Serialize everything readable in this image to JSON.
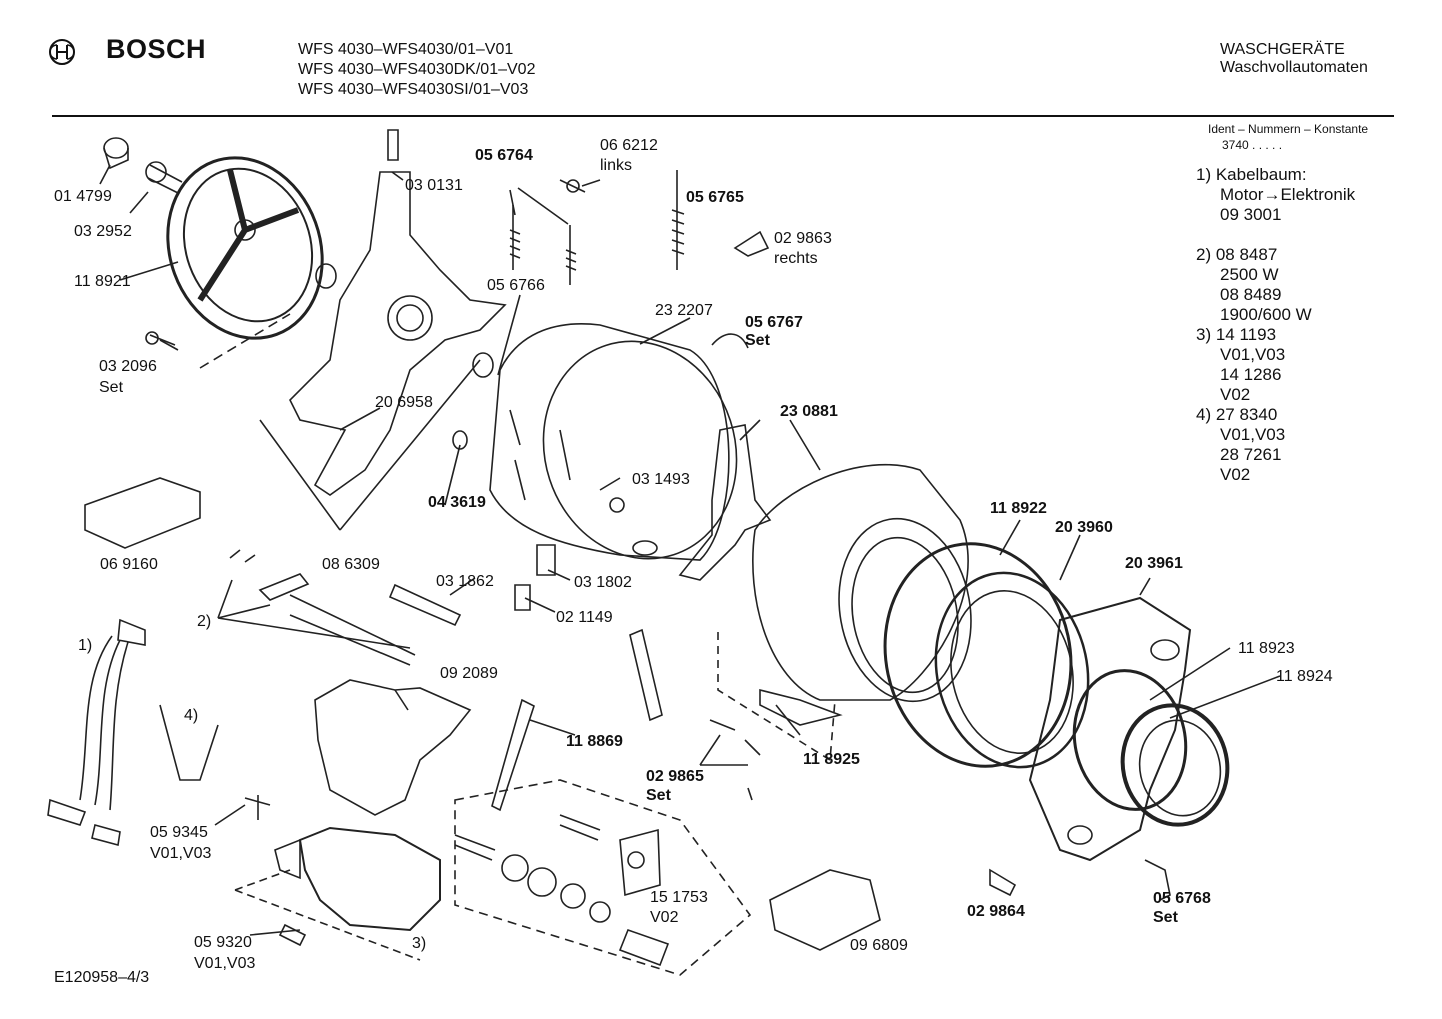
{
  "header": {
    "brand": "BOSCH",
    "models": [
      "WFS 4030–WFS4030/01–V01",
      "WFS 4030–WFS4030DK/01–V02",
      "WFS 4030–WFS4030SI/01–V03"
    ],
    "category": "WASCHGERÄTE",
    "subcategory": "Waschvollautomaten",
    "ident_label": "Ident – Nummern – Konstante",
    "ident_value": "3740 . . . . ."
  },
  "notes": [
    "1) Kabelbaum:",
    "Motor→Elektronik",
    "09 3001",
    "",
    "2) 08 8487",
    "2500 W",
    "08 8489",
    "1900/600 W",
    "3) 14 1193",
    "V01,V03",
    "14 1286",
    "V02",
    "4) 27 8340",
    "V01,V03",
    "28 7261",
    "V02"
  ],
  "labels": {
    "p014799": "01 4799",
    "p032952": "03 2952",
    "p118921": "11 8921",
    "p032096": "03 2096",
    "p032096set": "Set",
    "p030131": "03 0131",
    "p056764": "05 6764",
    "p066212": "06 6212",
    "p066212b": "links",
    "p056765": "05 6765",
    "p029863": "02 9863",
    "p029863b": "rechts",
    "p056766": "05 6766",
    "p232207": "23 2207",
    "p056767": "05 6767",
    "p056767set": "Set",
    "p206958": "20 6958",
    "p230881": "23 0881",
    "p043619": "04 3619",
    "p031493": "03 1493",
    "p069160": "06 9160",
    "p086309": "08 6309",
    "p118922": "11 8922",
    "p203960": "20 3960",
    "p203961": "20 3961",
    "p031862": "03 1862",
    "p031802": "03 1802",
    "p021149": "02 1149",
    "n2": "2)",
    "n1": "1)",
    "p092089": "09 2089",
    "n4": "4)",
    "p118923": "11 8923",
    "p118924": "11 8924",
    "p118869": "11 8869",
    "p118925": "11 8925",
    "p029865": "02 9865",
    "p029865set": "Set",
    "p059345": "05 9345",
    "p059345v": "V01,V03",
    "p151753": "15 1753",
    "p151753v": "V02",
    "p059320": "05 9320",
    "p059320v": "V01,V03",
    "n3": "3)",
    "p096809": "09 6809",
    "p029864": "02 9864",
    "p056768": "05 6768",
    "p056768set": "Set",
    "footer": "E120958–4/3"
  }
}
